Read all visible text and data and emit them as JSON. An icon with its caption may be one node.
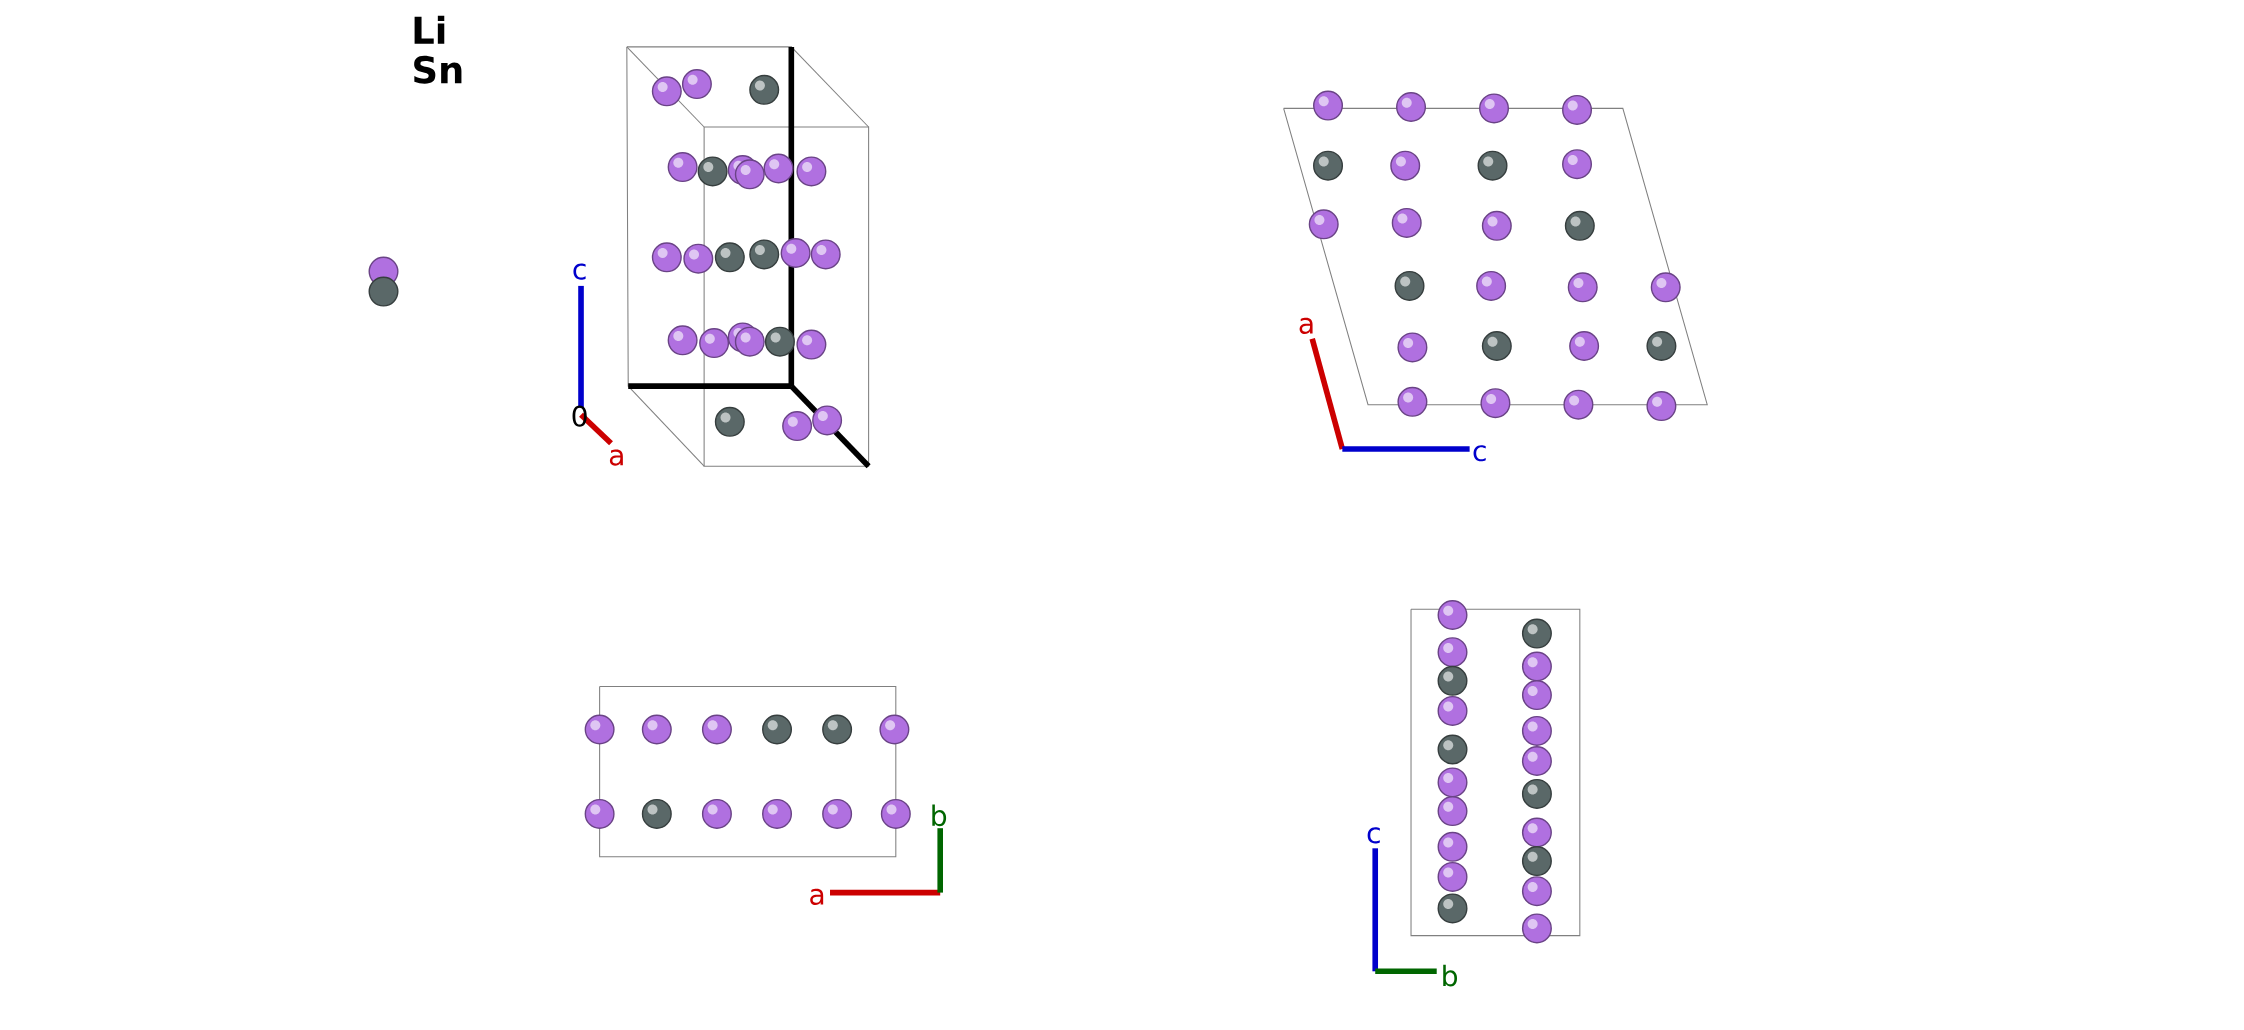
{
  "diagram": {
    "labels": [
      "c",
      "0",
      "a",
      "a",
      "c",
      "b",
      "a",
      "c",
      "b"
    ],
    "legend": [
      {
        "text": "Li",
        "color": "#b070e0"
      },
      {
        "text": "Sn",
        "color": "#5a6868"
      }
    ]
  }
}
